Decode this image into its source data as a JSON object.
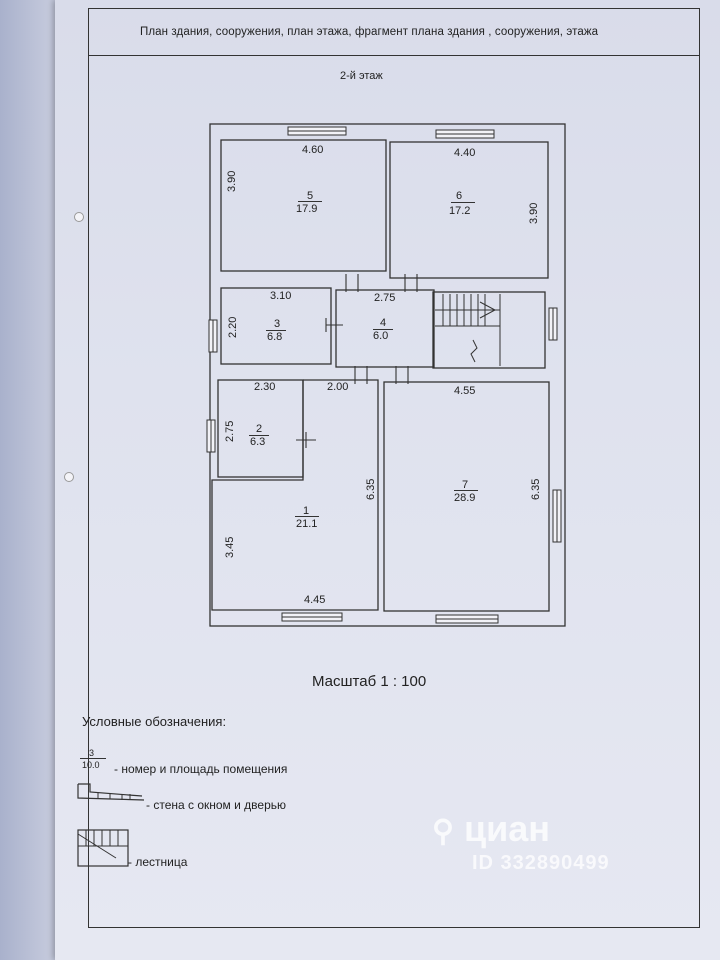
{
  "document": {
    "title": "План здания, сооружения, план этажа, фрагмент плана здания , сооружения, этажа",
    "floor_label": "2-й этаж",
    "scale": "Масштаб 1 : 100"
  },
  "rooms": [
    {
      "number": "5",
      "area": "17.9"
    },
    {
      "number": "6",
      "area": "17.2"
    },
    {
      "number": "3",
      "area": "6.8"
    },
    {
      "number": "4",
      "area": "6.0"
    },
    {
      "number": "2",
      "area": "6.3"
    },
    {
      "number": "1",
      "area": "21.1"
    },
    {
      "number": "7",
      "area": "28.9"
    }
  ],
  "dimensions": {
    "r5_width": "4.60",
    "r5_height": "3.90",
    "r6_width": "4.40",
    "r6_height": "3.90",
    "r3_width": "3.10",
    "r3_height": "2.20",
    "r4_width": "2.75",
    "r2_width": "2.30",
    "r2_height": "2.75",
    "r1_top": "2.00",
    "r1_height": "6.35",
    "r1_left": "3.45",
    "r1_bottom": "4.45",
    "r7_width": "4.55",
    "r7_height": "6.35"
  },
  "legend": {
    "title": "Условные обозначения:",
    "sample_number": "3",
    "sample_area": "10.0",
    "room_label": "- номер и площадь помещения",
    "wall_label": "- стена с окном и дверью",
    "stair_label": "- лестница"
  },
  "watermark": {
    "brand": "циан",
    "id": "ID 332890499"
  }
}
